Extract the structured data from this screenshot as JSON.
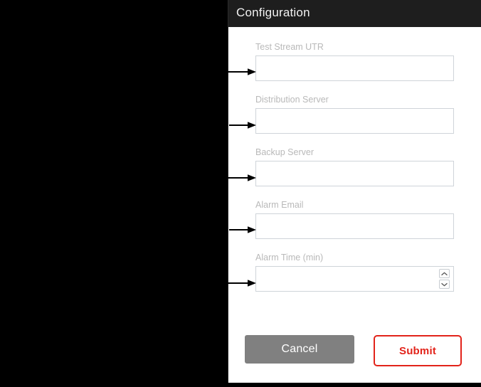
{
  "dialog": {
    "title": "Configuration",
    "fields": [
      {
        "id": "test-stream-utr",
        "label": "Test Stream UTR",
        "value": "",
        "placeholder": "",
        "type": "text"
      },
      {
        "id": "distribution-server",
        "label": "Distribution Server",
        "value": "",
        "placeholder": "",
        "type": "text"
      },
      {
        "id": "backup-server",
        "label": "Backup Server",
        "value": "",
        "placeholder": "",
        "type": "text"
      },
      {
        "id": "alarm-email",
        "label": "Alarm Email",
        "value": "",
        "placeholder": "",
        "type": "text"
      },
      {
        "id": "alarm-time",
        "label": "Alarm Time (min)",
        "value": "",
        "placeholder": "",
        "type": "number"
      }
    ],
    "buttons": {
      "cancel_label": "Cancel",
      "submit_label": "Submit"
    },
    "spinner": {
      "up_icon": "chevron-up-icon",
      "down_icon": "chevron-down-icon"
    }
  },
  "annotations": {
    "arrow_icon": "arrow-right-icon",
    "count": 5
  },
  "colors": {
    "header_background": "#1e1e1e",
    "panel_background": "#ffffff",
    "backdrop": "#000000",
    "label_text": "#b9b9b9",
    "input_border": "#cfd4d9",
    "cancel_background": "#808080",
    "submit_accent": "#e2231a",
    "arrow": "#000000"
  }
}
